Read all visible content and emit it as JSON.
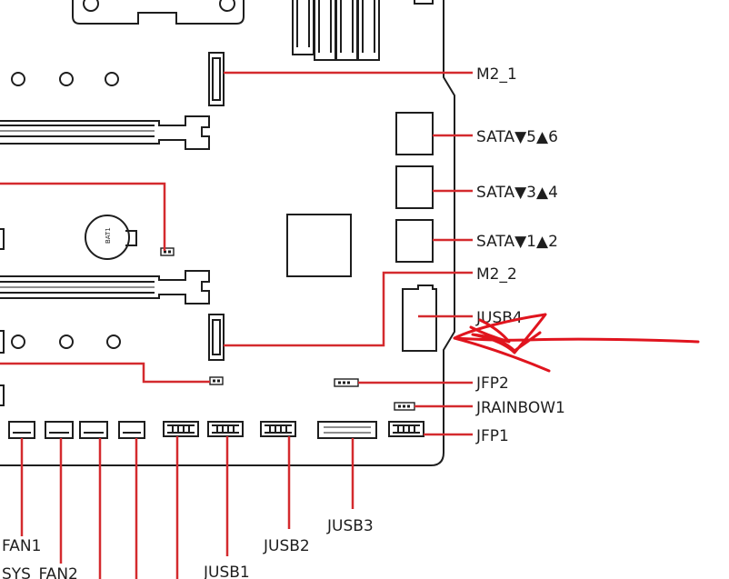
{
  "labels": {
    "m2_1": "M2_1",
    "sata56": "SATA▼5▲6",
    "sata34": "SATA▼3▲4",
    "sata12": "SATA▼1▲2",
    "m2_2": "M2_2",
    "jusb4": "JUSB4",
    "jfp2": "JFP2",
    "jrainbow1": "JRAINBOW1",
    "jfp1": "JFP1",
    "jusb3": "JUSB3",
    "jusb2": "JUSB2",
    "jusb1": "JUSB1",
    "fan1": "FAN1",
    "sys_fan2": "SYS_FAN2",
    "battery": "BAT1"
  },
  "colors": {
    "leader": "#d42a2e",
    "outline": "#1e1e1e",
    "annotation": "#e0141e"
  }
}
